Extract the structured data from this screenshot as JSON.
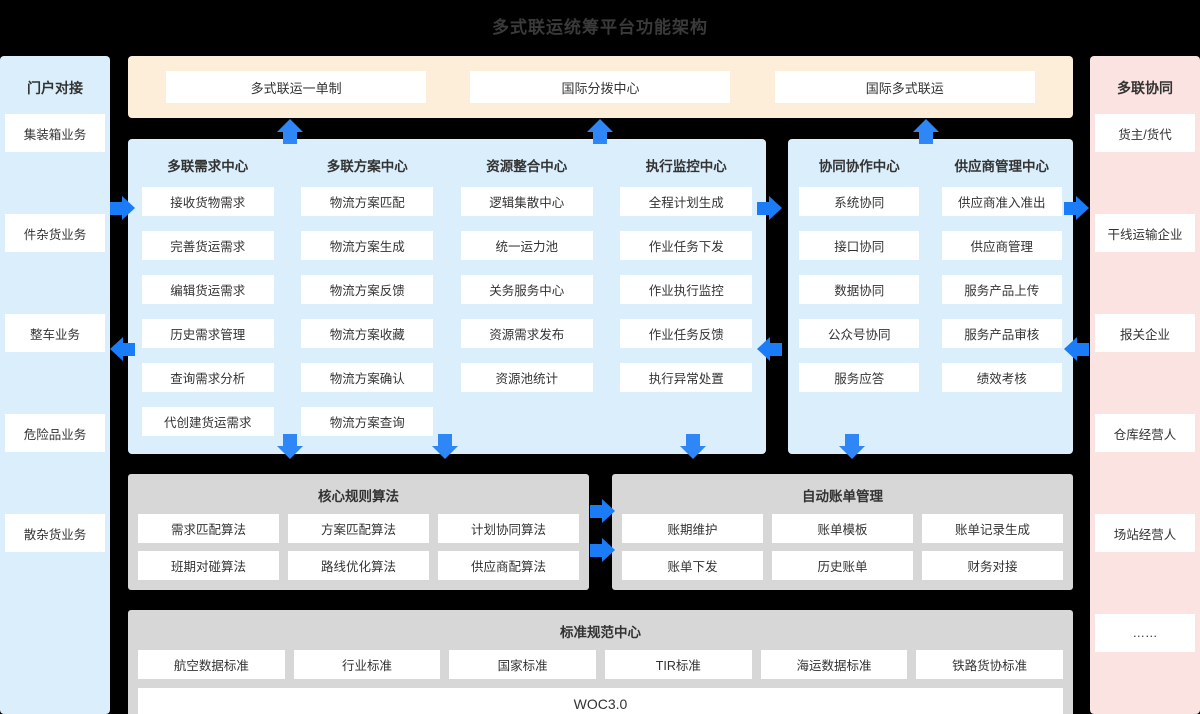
{
  "title": "多式联运统筹平台功能架构",
  "colors": {
    "background": "#000000",
    "title_text": "#3a3a3a",
    "left_panel": "#daeefb",
    "right_panel": "#fbe3e2",
    "top_band": "#fdeed9",
    "gray_box": "#d7d7d7",
    "arrow_blue": "#2f86f6",
    "cell_white": "#ffffff"
  },
  "left_sidebar": {
    "title": "门户对接",
    "items": [
      {
        "label": "集装箱业务"
      },
      {
        "label": "件杂货业务"
      },
      {
        "label": "整车业务"
      },
      {
        "label": "危险品业务"
      },
      {
        "label": "散杂货业务"
      }
    ]
  },
  "right_sidebar": {
    "title": "多联协同",
    "items": [
      {
        "label": "货主/货代"
      },
      {
        "label": "干线运输企业"
      },
      {
        "label": "报关企业"
      },
      {
        "label": "仓库经营人"
      },
      {
        "label": "场站经营人"
      },
      {
        "label": "……"
      }
    ]
  },
  "top_band": {
    "chips": [
      {
        "label": "多式联运一单制"
      },
      {
        "label": "国际分拨中心"
      },
      {
        "label": "国际多式联运"
      }
    ]
  },
  "panel_left": {
    "columns": [
      {
        "header": "多联需求中心",
        "items": [
          "接收货物需求",
          "完善货运需求",
          "编辑货运需求",
          "历史需求管理",
          "查询需求分析",
          "代创建货运需求"
        ]
      },
      {
        "header": "多联方案中心",
        "items": [
          "物流方案匹配",
          "物流方案生成",
          "物流方案反馈",
          "物流方案收藏",
          "物流方案确认",
          "物流方案查询"
        ]
      },
      {
        "header": "资源整合中心",
        "items": [
          "逻辑集散中心",
          "统一运力池",
          "关务服务中心",
          "资源需求发布",
          "资源池统计"
        ]
      },
      {
        "header": "执行监控中心",
        "items": [
          "全程计划生成",
          "作业任务下发",
          "作业执行监控",
          "作业任务反馈",
          "执行异常处置"
        ]
      }
    ]
  },
  "panel_right": {
    "columns": [
      {
        "header": "协同协作中心",
        "items": [
          "系统协同",
          "接口协同",
          "数据协同",
          "公众号协同",
          "服务应答"
        ]
      },
      {
        "header": "供应商管理中心",
        "items": [
          "供应商准入准出",
          "供应商管理",
          "服务产品上传",
          "服务产品审核",
          "绩效考核"
        ]
      }
    ]
  },
  "gray_boxes": [
    {
      "title": "核心规则算法",
      "items": [
        "需求匹配算法",
        "方案匹配算法",
        "计划协同算法",
        "班期对碰算法",
        "路线优化算法",
        "供应商配算法"
      ]
    },
    {
      "title": "自动账单管理",
      "items": [
        "账期维护",
        "账单模板",
        "账单记录生成",
        "账单下发",
        "历史账单",
        "财务对接"
      ]
    }
  ],
  "standards": {
    "title": "标准规范中心",
    "items": [
      "航空数据标准",
      "行业标准",
      "国家标准",
      "TIR标准",
      "海运数据标准",
      "铁路货协标准"
    ],
    "footer": "WOC3.0"
  }
}
